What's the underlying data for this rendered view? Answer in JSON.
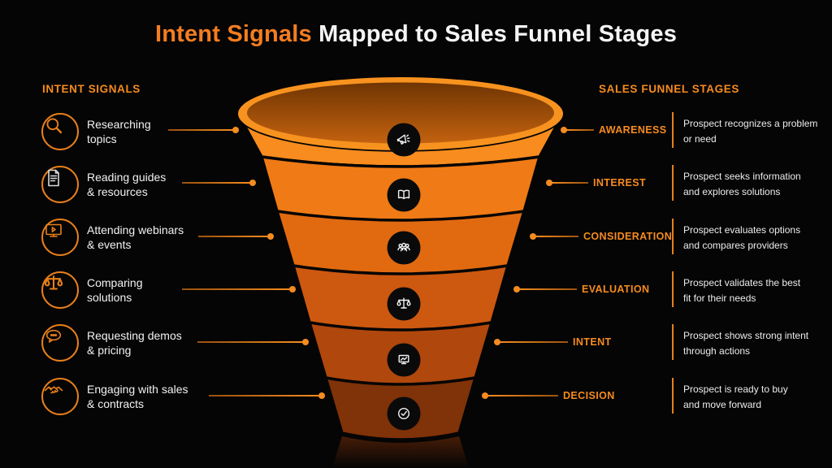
{
  "colors": {
    "background": "#050505",
    "accent": "#f68b1f",
    "title_highlight": "#f47d20",
    "text_white": "#f2f2f2"
  },
  "title": {
    "highlight": "Intent Signals",
    "rest": " Mapped to Sales Funnel Stages"
  },
  "left": {
    "header": "INTENT SIGNALS",
    "items": [
      {
        "icon": "magnifier-icon",
        "line1": "Researching",
        "line2": "topics"
      },
      {
        "icon": "document-icon",
        "line1": "Reading guides",
        "line2": "& resources"
      },
      {
        "icon": "webinar-monitor-icon",
        "line1": "Attending webinars",
        "line2": "& events"
      },
      {
        "icon": "scales-icon",
        "line1": "Comparing",
        "line2": "solutions"
      },
      {
        "icon": "chat-bubble-icon",
        "line1": "Requesting demos",
        "line2": "& pricing"
      },
      {
        "icon": "handshake-icon",
        "line1": "Engaging with sales",
        "line2": "& contracts"
      }
    ]
  },
  "right": {
    "header": "SALES FUNNEL STAGES",
    "stages": [
      {
        "name": "AWARENESS",
        "line1": "Prospect recognizes a problem",
        "line2": "or need"
      },
      {
        "name": "INTEREST",
        "line1": "Prospect seeks information",
        "line2": "and explores solutions"
      },
      {
        "name": "CONSIDERATION",
        "line1": "Prospect evaluates options",
        "line2": "and compares providers"
      },
      {
        "name": "EVALUATION",
        "line1": "Prospect validates the best",
        "line2": "fit for their needs"
      },
      {
        "name": "INTENT",
        "line1": "Prospect shows strong intent",
        "line2": "through actions"
      },
      {
        "name": "DECISION",
        "line1": "Prospect is ready to buy",
        "line2": "and move forward"
      }
    ]
  },
  "funnel": {
    "rim_color": "#f8921f",
    "inner_top_color": "#6f3503",
    "inner_bottom_color": "#c4620f",
    "tiers": [
      {
        "stage": "AWARENESS",
        "icon": "megaphone-icon",
        "color": "#f88c1e"
      },
      {
        "stage": "INTEREST",
        "icon": "open-book-icon",
        "color": "#f07a15"
      },
      {
        "stage": "CONSIDERATION",
        "icon": "people-icon",
        "color": "#e16a10"
      },
      {
        "stage": "EVALUATION",
        "icon": "scales-icon",
        "color": "#cd5810"
      },
      {
        "stage": "INTENT",
        "icon": "monitor-chart-icon",
        "color": "#b0470c"
      },
      {
        "stage": "DECISION",
        "icon": "check-circle-icon",
        "color": "#803208"
      }
    ]
  }
}
